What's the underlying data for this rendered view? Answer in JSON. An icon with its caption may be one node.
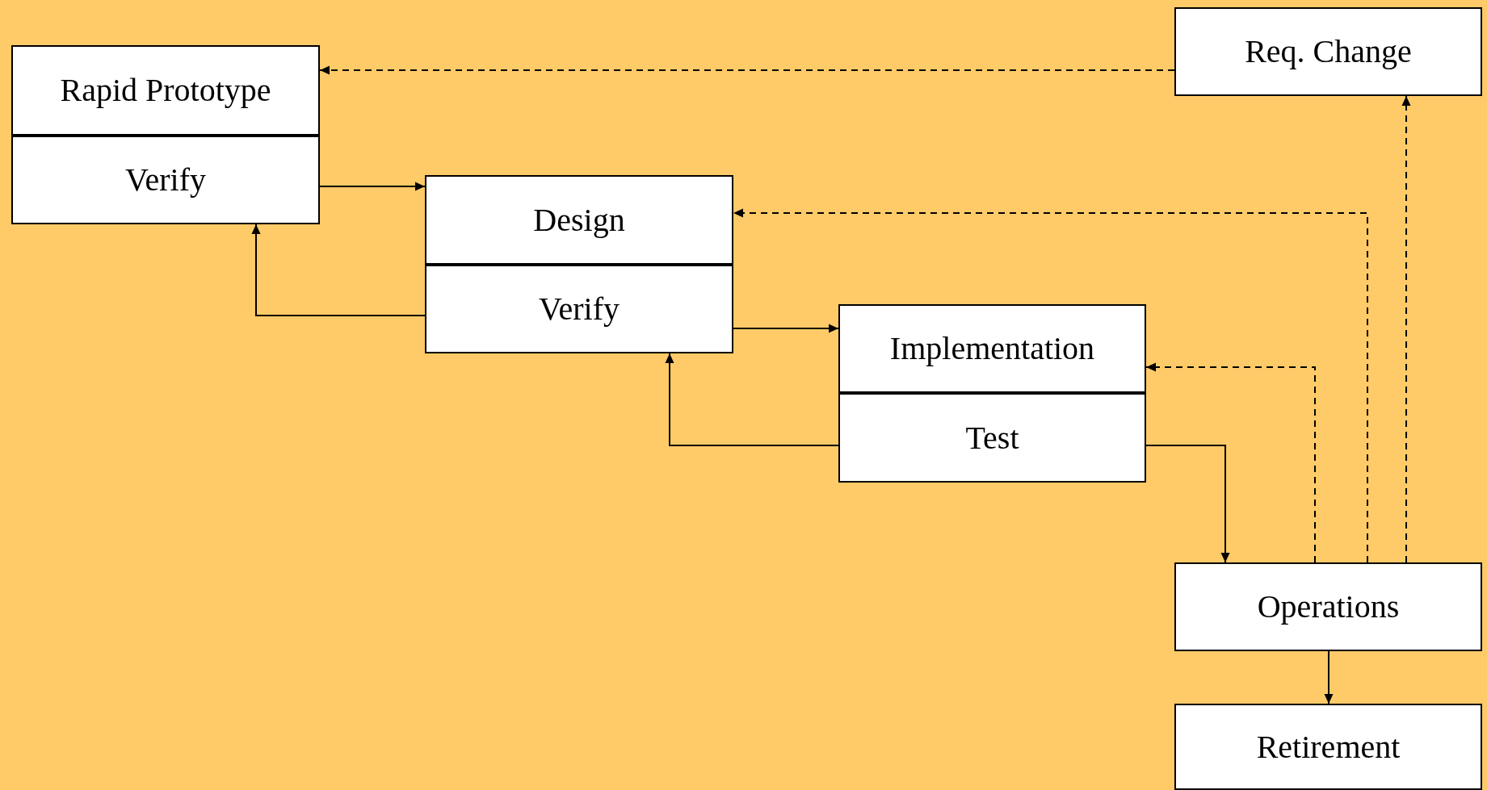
{
  "diagram": {
    "nodes": [
      {
        "text": [
          "Req. Change"
        ]
      },
      {
        "text": [
          "Rapid Prototype"
        ]
      },
      {
        "text": [
          "Verify"
        ]
      },
      {
        "text": [
          "Design"
        ]
      },
      {
        "text": [
          "Verify"
        ]
      },
      {
        "text": [
          "Implementation"
        ]
      },
      {
        "text": [
          "Test"
        ]
      },
      {
        "text": [
          "Operations"
        ]
      },
      {
        "text": [
          "Retirement"
        ]
      }
    ],
    "edges": [
      {
        "from": 2,
        "to": 3,
        "arrow": "to"
      },
      {
        "from": 4,
        "to": 2,
        "arrow": "to"
      },
      {
        "from": 4,
        "to": 5,
        "arrow": "to"
      },
      {
        "from": 6,
        "to": 4,
        "arrow": "to"
      },
      {
        "from": 6,
        "to": 7,
        "arrow": "to"
      },
      {
        "from": 7,
        "to": 8,
        "arrow": "to"
      },
      {
        "from": 7,
        "to": 5,
        "arrow": "to",
        "style": "dashed"
      },
      {
        "from": 7,
        "to": 3,
        "arrow": "to",
        "style": "dashed"
      },
      {
        "from": 7,
        "to": 0,
        "arrow": "to",
        "style": "dashed"
      },
      {
        "from": 0,
        "to": 1,
        "arrow": "to",
        "style": "dashed"
      }
    ]
  }
}
